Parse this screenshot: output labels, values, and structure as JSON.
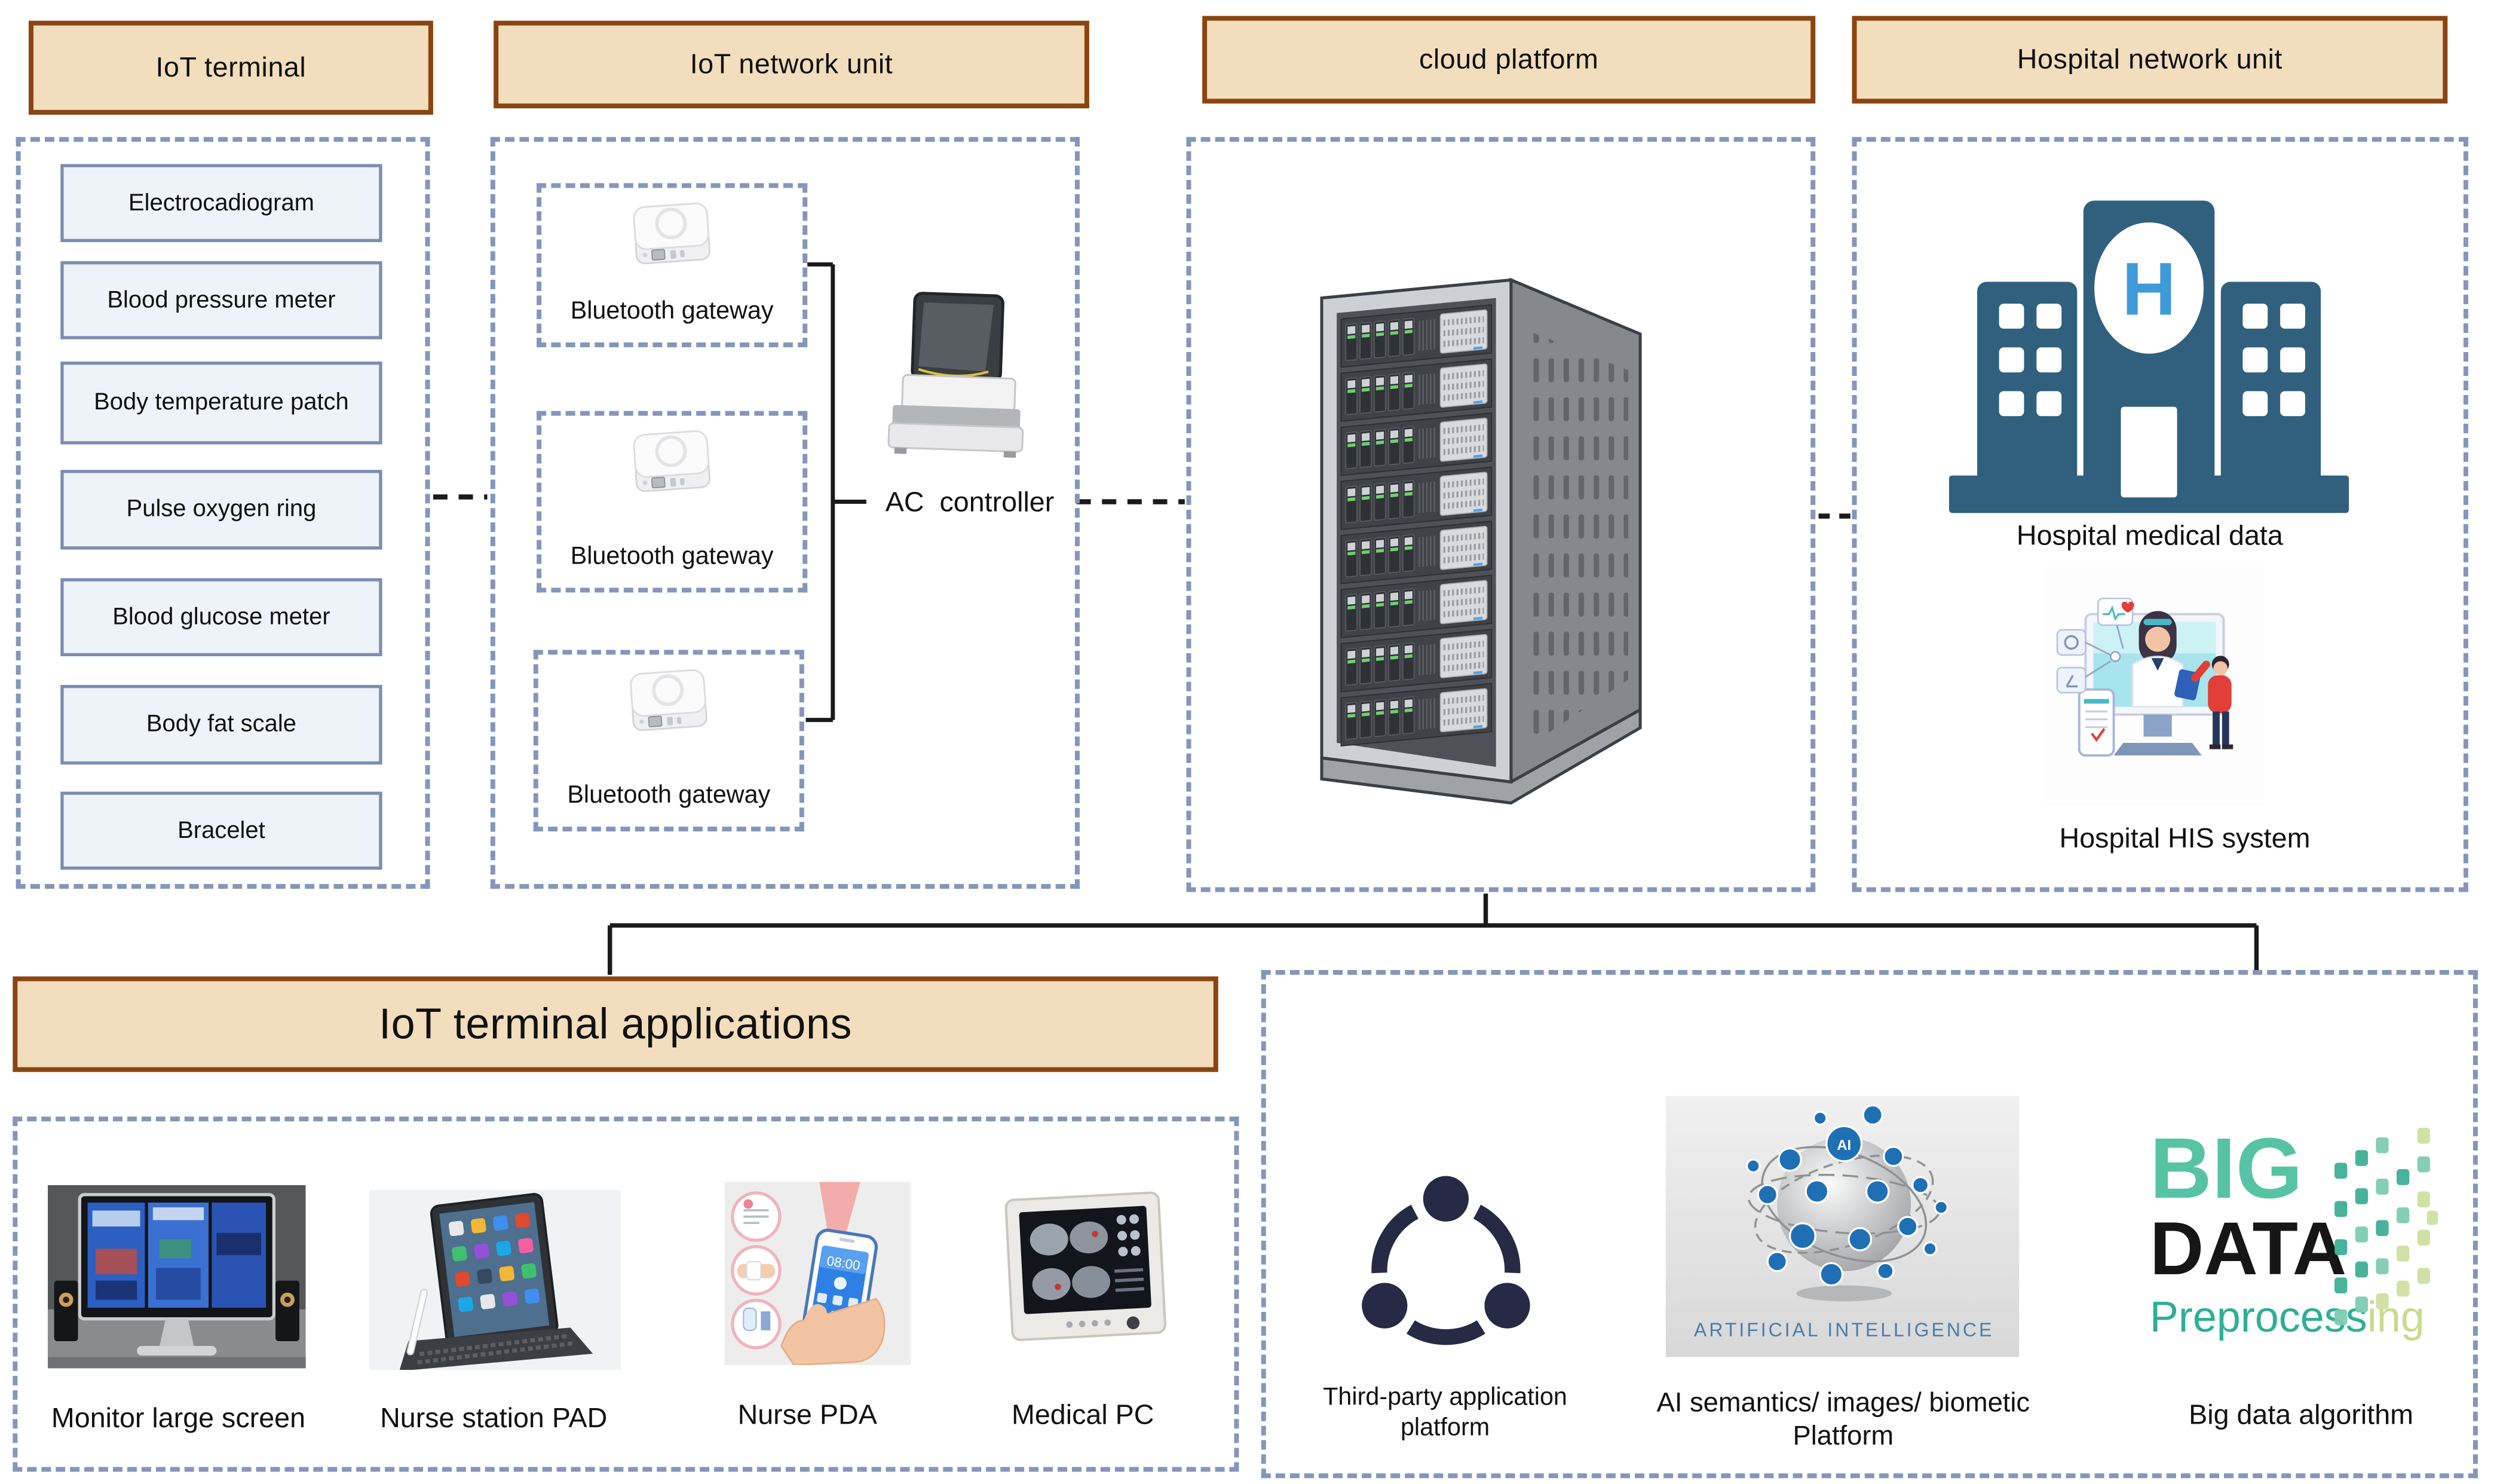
{
  "headers": {
    "iot_terminal": "IoT terminal",
    "iot_network_unit": "IoT network unit",
    "cloud_platform": "cloud platform",
    "hospital_network_unit": "Hospital network unit",
    "iot_terminal_applications": "IoT terminal applications"
  },
  "iot_terminal": {
    "devices": [
      "Electrocadiogram",
      "Blood pressure meter",
      "Body temperature patch",
      "Pulse oxygen ring",
      "Blood glucose meter",
      "Body fat scale",
      "Bracelet"
    ]
  },
  "iot_network_unit": {
    "gateways": [
      "Bluetooth gateway",
      "Bluetooth gateway",
      "Bluetooth gateway"
    ],
    "ac_controller": "AC  controller"
  },
  "hospital_network_unit": {
    "building_letter": "H",
    "medical_data_label": "Hospital medical data",
    "his_label": "Hospital HIS system"
  },
  "applications": {
    "items": [
      "Monitor large screen",
      "Nurse station PAD",
      "Nurse PDA",
      "Medical PC"
    ]
  },
  "platforms": {
    "third_party_label": "Third-party application platform",
    "ai_label": "AI semantics/ images/ biometic Platform",
    "ai_caption": "ARTIFICIAL INTELLIGENCE",
    "ai_globe_label": "AI",
    "big_data_label": "Big data algorithm",
    "big_data_logo": {
      "line1": "BIG",
      "line2": "DATA",
      "sub1": "Preprocess",
      "sub2": "ing"
    }
  },
  "pda": {
    "clock_time": "08:00"
  },
  "colors": {
    "header_fill": "#f2ddbc",
    "header_border": "#8a4513",
    "container_dash": "#8496bb",
    "device_box_fill": "#eef2f9",
    "device_box_border": "#7c8db0",
    "hospital_blue": "#31607e",
    "hospital_h_blue": "#3d9bd9",
    "bigdata_teal": "#3fae97",
    "third_party_navy": "#262a44"
  }
}
